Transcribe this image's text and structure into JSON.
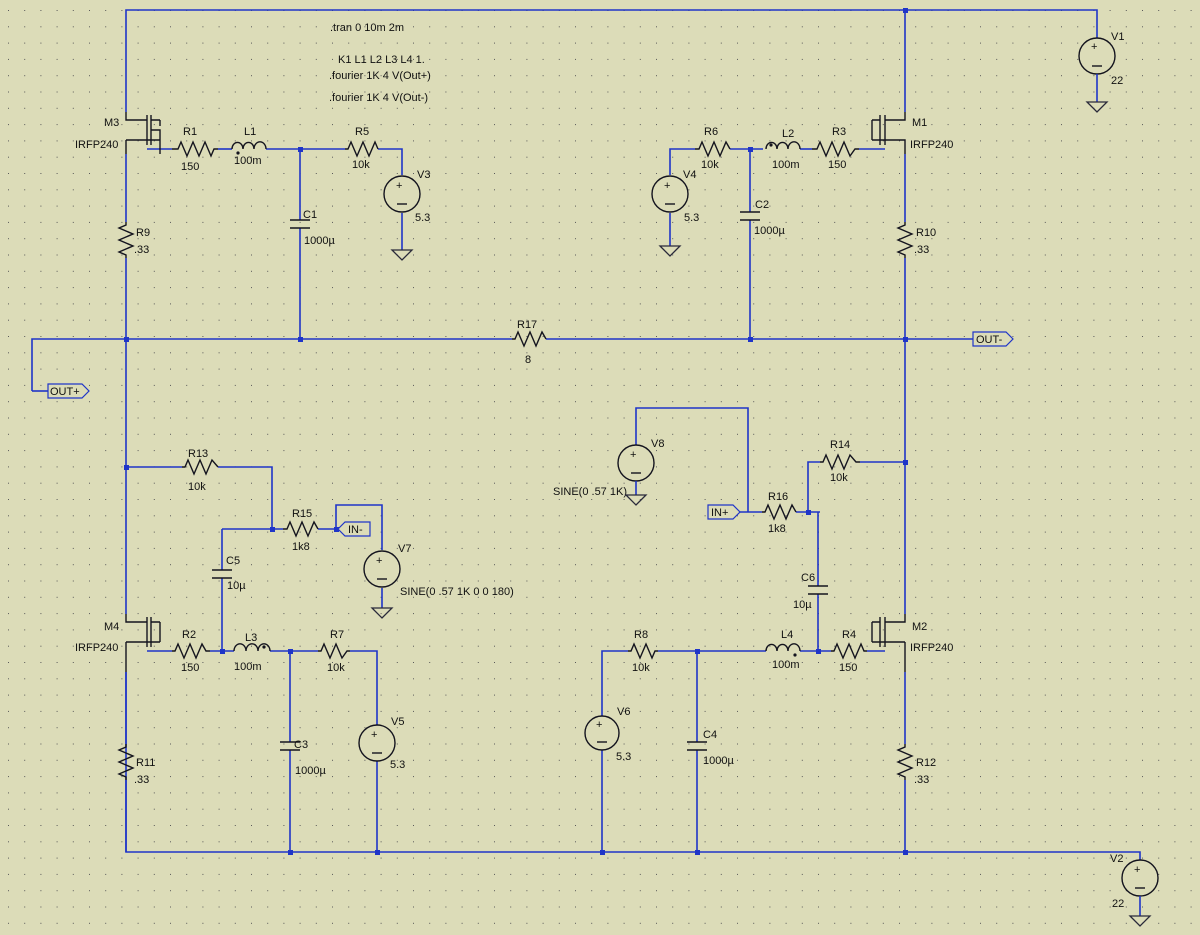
{
  "colors": {
    "background": "#dcdcb8",
    "wire": "#1f35c8",
    "component": "#14141e",
    "grid": "#5a5a5a"
  },
  "directives": [
    ".tran 0 10m 2m",
    "K1 L1 L2 L3 L4 1.",
    ".fourier 1K 4 V(Out+)",
    ".fourier 1K 4 V(Out-)"
  ],
  "components": {
    "M1": {
      "name": "M1",
      "value": "IRFP240"
    },
    "M2": {
      "name": "M2",
      "value": "IRFP240"
    },
    "M3": {
      "name": "M3",
      "value": "IRFP240"
    },
    "M4": {
      "name": "M4",
      "value": "IRFP240"
    },
    "R1": {
      "name": "R1",
      "value": "150"
    },
    "R2": {
      "name": "R2",
      "value": "150"
    },
    "R3": {
      "name": "R3",
      "value": "150"
    },
    "R4": {
      "name": "R4",
      "value": "150"
    },
    "R5": {
      "name": "R5",
      "value": "10k"
    },
    "R6": {
      "name": "R6",
      "value": "10k"
    },
    "R7": {
      "name": "R7",
      "value": "10k"
    },
    "R8": {
      "name": "R8",
      "value": "10k"
    },
    "R9": {
      "name": "R9",
      "value": ".33"
    },
    "R10": {
      "name": "R10",
      "value": ".33"
    },
    "R11": {
      "name": "R11",
      "value": ".33"
    },
    "R12": {
      "name": "R12",
      "value": ".33"
    },
    "R13": {
      "name": "R13",
      "value": "10k"
    },
    "R14": {
      "name": "R14",
      "value": "10k"
    },
    "R15": {
      "name": "R15",
      "value": "1k8"
    },
    "R16": {
      "name": "R16",
      "value": "1k8"
    },
    "R17": {
      "name": "R17",
      "value": "8"
    },
    "L1": {
      "name": "L1",
      "value": "100m"
    },
    "L2": {
      "name": "L2",
      "value": "100m"
    },
    "L3": {
      "name": "L3",
      "value": "100m"
    },
    "L4": {
      "name": "L4",
      "value": "100m"
    },
    "C1": {
      "name": "C1",
      "value": "1000µ"
    },
    "C2": {
      "name": "C2",
      "value": "1000µ"
    },
    "C3": {
      "name": "C3",
      "value": "1000µ"
    },
    "C4": {
      "name": "C4",
      "value": "1000µ"
    },
    "C5": {
      "name": "C5",
      "value": "10µ"
    },
    "C6": {
      "name": "C6",
      "value": "10µ"
    },
    "V1": {
      "name": "V1",
      "value": "22"
    },
    "V2": {
      "name": "V2",
      "value": "22"
    },
    "V3": {
      "name": "V3",
      "value": "5.3"
    },
    "V4": {
      "name": "V4",
      "value": "5.3"
    },
    "V5": {
      "name": "V5",
      "value": "5.3"
    },
    "V6": {
      "name": "V6",
      "value": "5.3"
    },
    "V7": {
      "name": "V7",
      "value": "SINE(0 .57 1K 0 0 180)"
    },
    "V8": {
      "name": "V8",
      "value": "SINE(0 .57 1K)"
    }
  },
  "net_labels": {
    "out_plus": "OUT+",
    "out_minus": "OUT-",
    "in_plus": "IN+",
    "in_minus": "IN-"
  }
}
